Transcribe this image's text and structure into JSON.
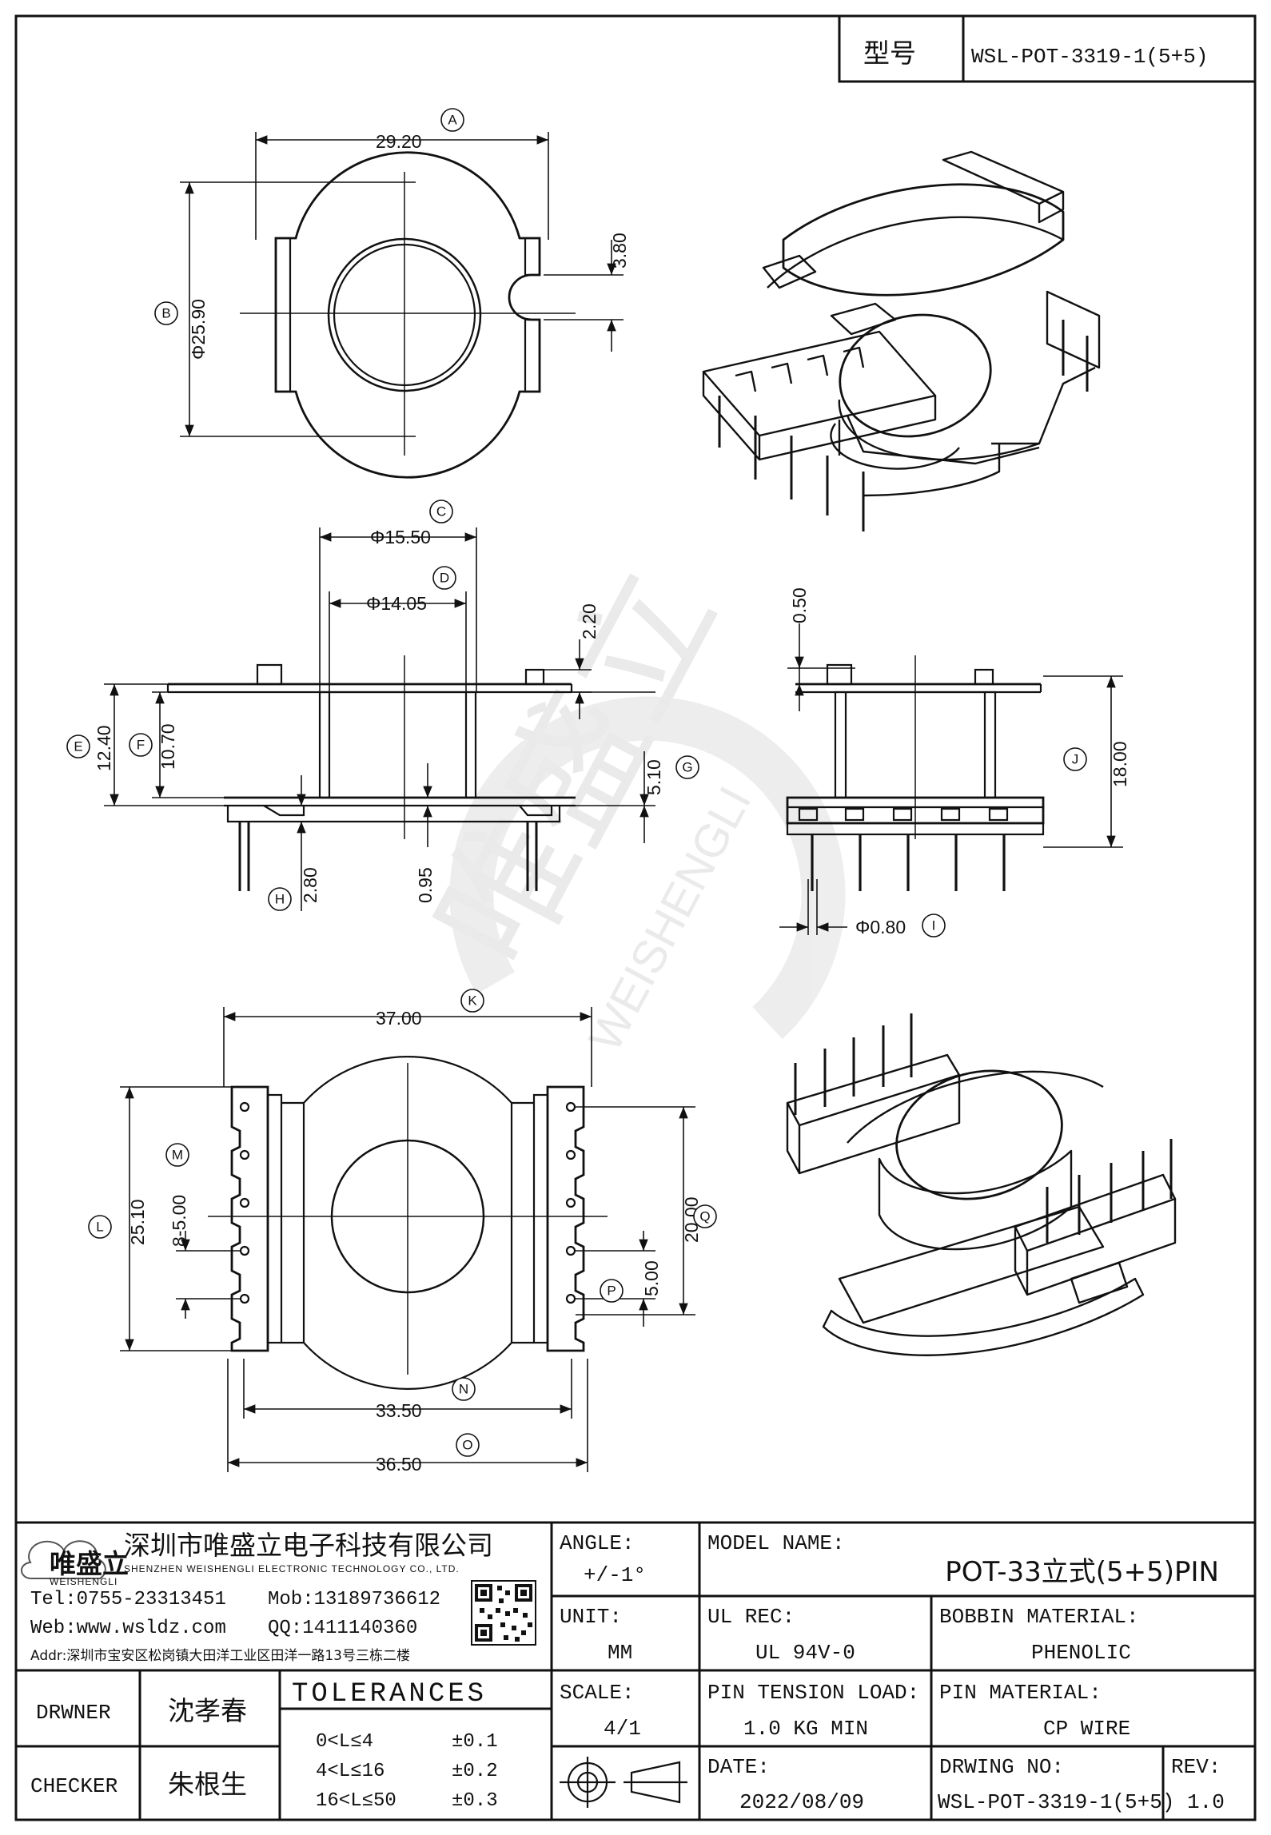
{
  "header": {
    "type_label": "型号",
    "model_number": "WSL-POT-3319-1(5+5)"
  },
  "watermark": {
    "cn": "唯盛立",
    "en": "WEISHENGLI"
  },
  "dimensions": [
    {
      "id": "A",
      "value": "29.20"
    },
    {
      "id": "B",
      "value": "Φ25.90"
    },
    {
      "id": "none",
      "value": "3.80"
    },
    {
      "id": "C",
      "value": "Φ15.50"
    },
    {
      "id": "D",
      "value": "Φ14.05"
    },
    {
      "id": "none",
      "value": "2.20"
    },
    {
      "id": "E",
      "value": "12.40"
    },
    {
      "id": "F",
      "value": "10.70"
    },
    {
      "id": "G",
      "value": "5.10"
    },
    {
      "id": "none",
      "value": "0.95"
    },
    {
      "id": "H",
      "value": "2.80"
    },
    {
      "id": "none",
      "value": "0.50"
    },
    {
      "id": "J",
      "value": "18.00"
    },
    {
      "id": "I",
      "value": "Φ0.80"
    },
    {
      "id": "K",
      "value": "37.00"
    },
    {
      "id": "L",
      "value": "25.10"
    },
    {
      "id": "M",
      "value": "8-5.00"
    },
    {
      "id": "Q",
      "value": "20.00"
    },
    {
      "id": "P",
      "value": "5.00"
    },
    {
      "id": "N",
      "value": "33.50"
    },
    {
      "id": "O",
      "value": "36.50"
    }
  ],
  "company": {
    "name_cn": "深圳市唯盛立电子科技有限公司",
    "name_en": "SHENZHEN WEISHENGLI ELECTRONIC TECHNOLOGY CO., LTD.",
    "logo_text": "唯盛立",
    "logo_sub": "WEISHENGLI",
    "tel": "Tel:0755-23313451",
    "mob": "Mob:13189736612",
    "web": "Web:www.wsldz.com",
    "qq": "QQ:1411140360",
    "addr": "Addr:深圳市宝安区松岗镇大田洋工业区田洋一路13号三栋二楼"
  },
  "title_block": {
    "angle_label": "ANGLE:",
    "angle_value": "+/-1°",
    "model_name_label": "MODEL NAME:",
    "model_name_value": "POT-33立式(5+5)PIN",
    "unit_label": "UNIT:",
    "unit_value": "MM",
    "ul_label": "UL REC:",
    "ul_value": "UL 94V-0",
    "bobbin_label": "BOBBIN MATERIAL:",
    "bobbin_value": "PHENOLIC",
    "drawer_label": "DRWNER",
    "drawer_value": "沈孝春",
    "tolerances_label": "TOLERANCES",
    "tol_1_range": "0<L≤4",
    "tol_1_value": "±0.1",
    "tol_2_range": "4<L≤16",
    "tol_2_value": "±0.2",
    "tol_3_range": "16<L≤50",
    "tol_3_value": "±0.3",
    "scale_label": "SCALE:",
    "scale_value": "4/1",
    "pin_tension_label": "PIN TENSION LOAD:",
    "pin_tension_value": "1.0 KG MIN",
    "pin_material_label": "PIN MATERIAL:",
    "pin_material_value": "CP WIRE",
    "checker_label": "CHECKER",
    "checker_value": "朱根生",
    "date_label": "DATE:",
    "date_value": "2022/08/09",
    "drawing_no_label": "DRWING NO:",
    "drawing_no_value": "WSL-POT-3319-1(5+5)",
    "rev_label": "REV:",
    "rev_value": "1.0"
  }
}
